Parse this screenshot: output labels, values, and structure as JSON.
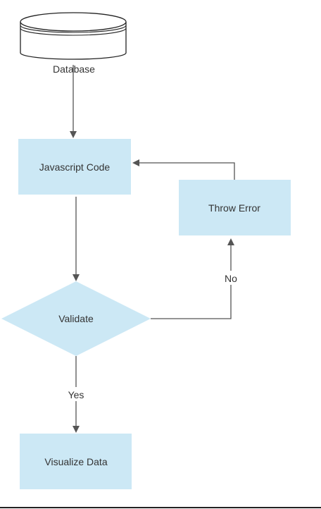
{
  "diagram": {
    "nodes": {
      "database": {
        "label": "Database",
        "shape": "cylinder"
      },
      "javascript_code": {
        "label": "Javascript Code",
        "shape": "rectangle"
      },
      "throw_error": {
        "label": "Throw Error",
        "shape": "rectangle"
      },
      "validate": {
        "label": "Validate",
        "shape": "diamond"
      },
      "visualize_data": {
        "label": "Visualize Data",
        "shape": "rectangle"
      }
    },
    "edges": {
      "database_to_code": {
        "from": "Database",
        "to": "Javascript Code",
        "label": ""
      },
      "code_to_validate": {
        "from": "Javascript Code",
        "to": "Validate",
        "label": ""
      },
      "validate_to_error": {
        "from": "Validate",
        "to": "Throw Error",
        "label": "No"
      },
      "error_to_code": {
        "from": "Throw Error",
        "to": "Javascript Code",
        "label": ""
      },
      "validate_to_visualize": {
        "from": "Validate",
        "to": "Visualize Data",
        "label": "Yes"
      }
    },
    "colors": {
      "node_fill": "#cce8f5",
      "edge": "#555555",
      "text": "#333333"
    }
  }
}
